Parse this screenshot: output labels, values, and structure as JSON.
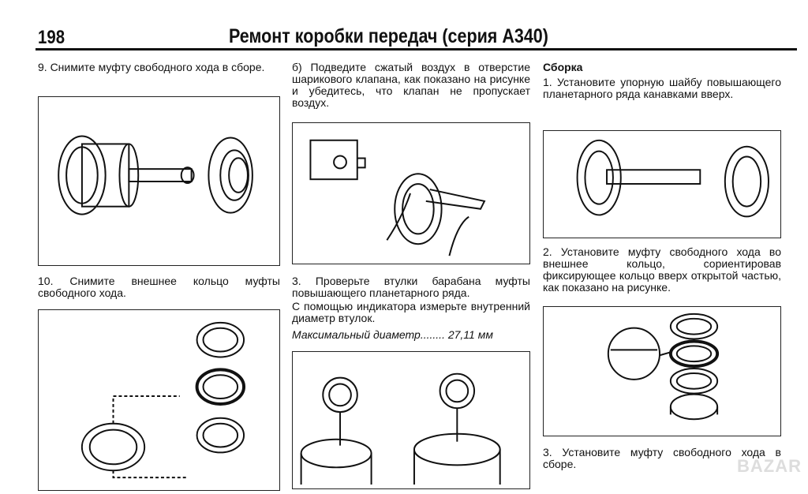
{
  "header": {
    "page_number": "198",
    "title": "Ремонт коробки передач (серия А340)"
  },
  "col1": {
    "step9": "9. Снимите муфту свободного хода в сборе.",
    "step10": "10. Снимите внешнее кольцо муфты свободного хода."
  },
  "col2": {
    "step_b": "б) Подведите сжатый воздух в отверстие шарикового клапана, как показано на рисунке и убедитесь, что клапан не пропускает воздух.",
    "step3": "3. Проверьте втулки барабана муфты повышающего планетарного ряда.",
    "step3_detail": "С помощью индикатора измерьте внутренний диаметр втулок.",
    "spec": "Максимальный диаметр........ 27,11 мм"
  },
  "col3": {
    "heading": "Сборка",
    "step1": "1. Установите упорную шайбу повышающего планетарного ряда канавками вверх.",
    "step2": "2. Установите муфту свободного хода во внешнее кольцо, сориентировав фиксирующее кольцо вверх открытой частью, как показано на рисунке.",
    "step3": "3. Установите муфту свободного хода в сборе."
  },
  "watermark": "BAZAR"
}
